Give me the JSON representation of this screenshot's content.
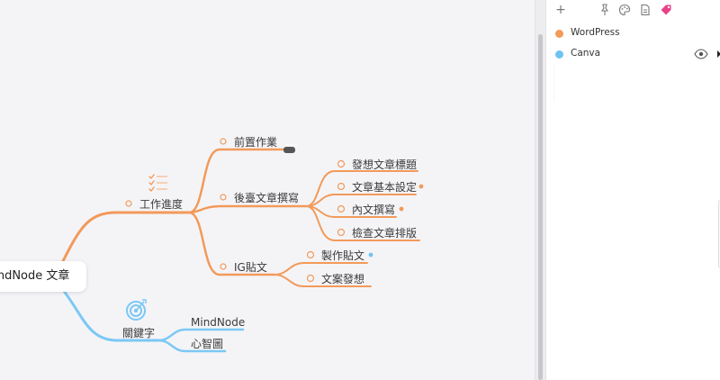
{
  "mindmap": {
    "root": "MindNode 文章",
    "work_progress": {
      "label": "工作進度",
      "children": {
        "prework": "前置作業",
        "backend_writing": "後臺文章撰寫",
        "ig_post": "IG貼文"
      },
      "backend_children": [
        "發想文章標題",
        "文章基本設定",
        "內文撰寫",
        "檢查文章排版"
      ],
      "ig_children": [
        "製作貼文",
        "文案發想"
      ]
    },
    "keywords": {
      "label": "關鍵字",
      "children": [
        "MindNode",
        "心智圖"
      ]
    }
  },
  "sidebar": {
    "tags": [
      {
        "label": "WordPress",
        "color": "#f29a5a"
      },
      {
        "label": "Canva",
        "color": "#6ec3f2"
      }
    ]
  },
  "colors": {
    "orange_branch": "#f29a5a",
    "blue_branch": "#7cc8f4",
    "pink_tag": "#e8418a"
  },
  "icons": [
    "plus-icon",
    "pin-icon",
    "palette-icon",
    "document-icon",
    "tag-icon",
    "eye-icon",
    "checklist-icon",
    "target-icon"
  ]
}
